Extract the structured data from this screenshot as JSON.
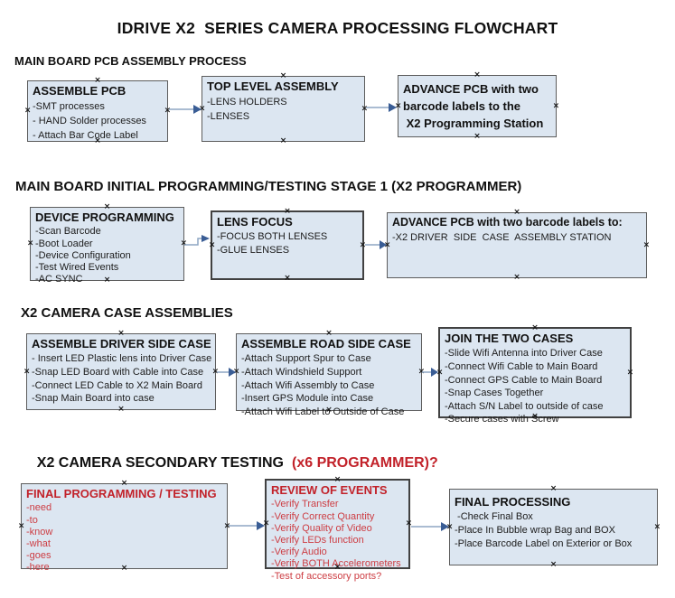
{
  "title": "IDRIVE X2  SERIES CAMERA PROCESSING FLOWCHART",
  "colors": {
    "box_fill": "#dce6f1",
    "box_border": "#5c5c5c",
    "box_border_thick": "#414141",
    "arrow_line": "#8da6c3",
    "arrow_head": "#3a5d95",
    "red_title": "#c2222a",
    "red_item": "#cd3d43",
    "text": "#1a1a1a"
  },
  "connection_handle_glyph": "×",
  "sections": [
    {
      "heading": "MAIN BOARD PCB ASSEMBLY PROCESS",
      "boxes": [
        {
          "title": "ASSEMBLE PCB",
          "items": [
            "-SMT processes",
            "- HAND Solder processes",
            "- Attach Bar Code Label"
          ]
        },
        {
          "title": "TOP LEVEL ASSEMBLY",
          "items": [
            "-LENS HOLDERS",
            "-LENSES"
          ]
        },
        {
          "title": "ADVANCE PCB with two\nbarcode labels to the\n X2 Programming Station",
          "items": []
        }
      ]
    },
    {
      "heading": "MAIN BOARD INITIAL PROGRAMMING/TESTING STAGE 1 (X2 PROGRAMMER)",
      "boxes": [
        {
          "title": "DEVICE PROGRAMMING",
          "items": [
            "-Scan Barcode",
            "-Boot Loader",
            "-Device Configuration",
            "-Test Wired Events",
            "-AC SYNC"
          ]
        },
        {
          "title": "LENS FOCUS",
          "items": [
            "-FOCUS BOTH LENSES",
            "-GLUE LENSES"
          ]
        },
        {
          "title": "ADVANCE PCB with two barcode labels to:",
          "items": [
            "-X2 DRIVER  SIDE  CASE  ASSEMBLY STATION"
          ]
        }
      ]
    },
    {
      "heading": "X2 CAMERA CASE ASSEMBLIES",
      "boxes": [
        {
          "title": "ASSEMBLE DRIVER SIDE CASE",
          "items": [
            "- Insert LED Plastic lens into Driver Case",
            "-Snap LED Board with Cable into Case",
            "-Connect LED Cable to X2 Main Board",
            "-Snap Main Board into case"
          ]
        },
        {
          "title": "ASSEMBLE ROAD SIDE CASE",
          "items": [
            "-Attach Support Spur to Case",
            "-Attach Windshield Support",
            "-Attach Wifi Assembly to Case",
            "-Insert GPS Module into Case",
            "-Attach Wifi Label to Outside of Case"
          ]
        },
        {
          "title": "JOIN THE TWO CASES",
          "items": [
            "-Slide Wifi Antenna into Driver Case",
            "-Connect Wifi Cable to Main Board",
            "-Connect GPS Cable to Main Board",
            "-Snap Cases Together",
            "-Attach S/N Label to outside of case",
            "-Secure cases with Screw"
          ]
        }
      ]
    },
    {
      "heading": "X2 CAMERA SECONDARY TESTING",
      "heading_red": "(x6 PROGRAMMER)?",
      "boxes": [
        {
          "title": "FINAL PROGRAMMING / TESTING",
          "items": [
            "-need",
            "-to",
            "-know",
            "-what",
            "-goes",
            "-here"
          ]
        },
        {
          "title": "REVIEW OF EVENTS",
          "items": [
            "-Verify Transfer",
            "-Verify Correct Quantity",
            "-Verify Quality of Video",
            "-Verify LEDs function",
            "-Verify Audio",
            "-Verify BOTH Accelerometers",
            "-Test of accessory ports?"
          ]
        },
        {
          "title": "FINAL PROCESSING",
          "items": [
            " -Check Final Box",
            "-Place In Bubble wrap Bag and BOX",
            "-Place Barcode Label on Exterior or Box"
          ]
        }
      ]
    }
  ]
}
